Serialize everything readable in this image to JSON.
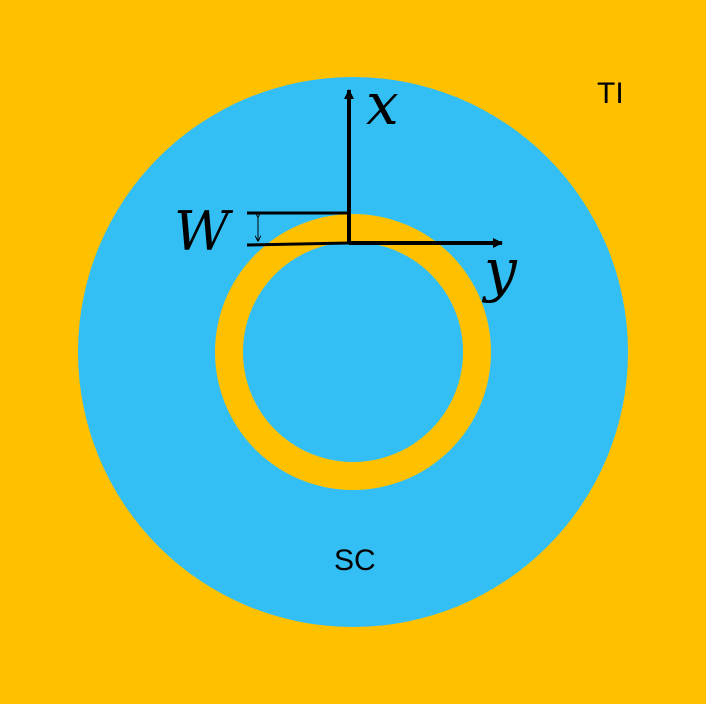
{
  "regions": {
    "outer_label": "TI",
    "ring_label": "SC"
  },
  "axes": {
    "x_label": "x",
    "y_label": "y"
  },
  "width_label": "W",
  "colors": {
    "ti": "#ffc000",
    "sc": "#33bff3",
    "lines": "#000000"
  }
}
